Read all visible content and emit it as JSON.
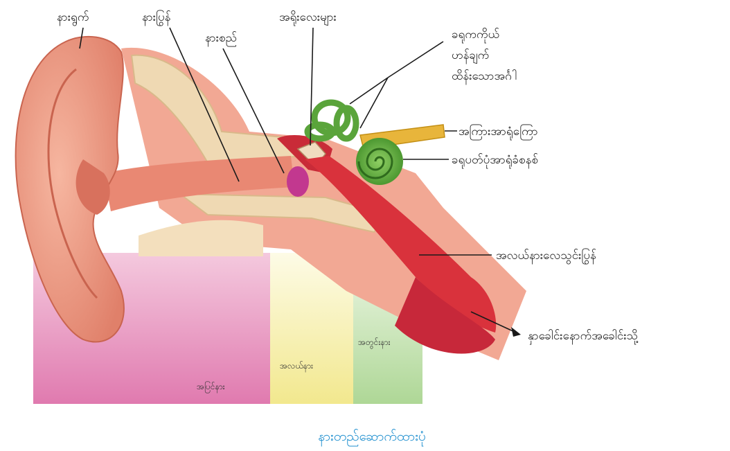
{
  "labels": {
    "outer_ear": "နားရွက်",
    "ear_canal": "နားပြွန်",
    "eardrum": "နားစည်",
    "ossicles": "အရိုးလေးများ",
    "semicircular": "ခရုကကိုယ်",
    "semicircular_2": "ဟန်ချက်",
    "semicircular_3": "ထိန်းသောအင်္ဂါ",
    "auditory_nerve": "အကြားအာရုံကြော",
    "cochlea": "ခရုပတ်ပုံအာရုံခံစနစ်",
    "eustachian": "အလယ်နားလေသွင်းပြွန်",
    "throat": "နှာခေါင်းနောက်အခေါင်းသို့"
  },
  "zones": {
    "outer": "အပြင်နား",
    "middle": "အလယ်နား",
    "inner": "အတွင်းနား"
  },
  "caption": "နားတည်ဆောက်ထားပုံ",
  "colors": {
    "skin": "#ee9a84",
    "skin_dark": "#d9705d",
    "bone": "#efd9b3",
    "outer_zone": "#e889bb",
    "middle_zone": "#f6efa5",
    "inner_zone": "#bfe0a6",
    "cochlea": "#59a83a",
    "tube": "#d9323c",
    "caption": "#1f8fcf"
  }
}
